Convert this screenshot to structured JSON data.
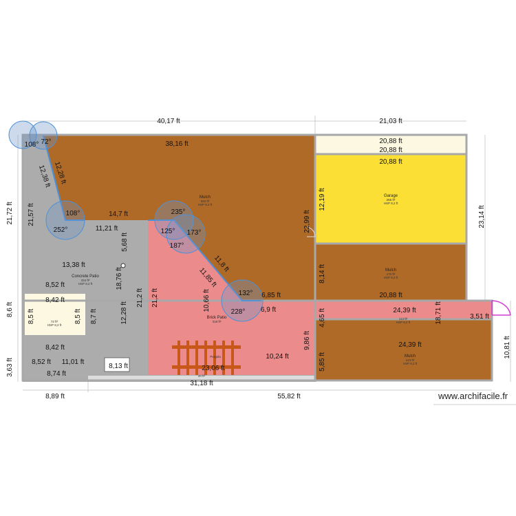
{
  "watermark": "www.archifacile.fr",
  "colors": {
    "mulch": "#b06a28",
    "garage": "#fbdf35",
    "brick_patio": "#ec8b8b",
    "concrete": "#acacac",
    "shed": "#fcf8e2",
    "wall": "#a8a8a8",
    "angle": "#4a90d9",
    "door": "#d23cd2",
    "pergola": "#c8581a"
  },
  "rooms": [
    {
      "name": "Mulch",
      "area": "592 ft²",
      "height": "HSP 8,2 ft"
    },
    {
      "name": "Garage",
      "area": "255 ft²",
      "height": "HSP 8,2 ft"
    },
    {
      "name": "Mulch",
      "area": "170 ft²",
      "height": "HSP 8,2 ft"
    },
    {
      "name": "Brick Patio",
      "area": "318 ft²",
      "height": ""
    },
    {
      "name": "",
      "area": "113 ft²",
      "height": "HSP 8,2 ft"
    },
    {
      "name": "Mulch",
      "area": "143 ft²",
      "height": "HSP 8,2 ft"
    },
    {
      "name": "Concrete Patio",
      "area": "334 ft²",
      "height": "HSP 8,2 ft"
    },
    {
      "name": "",
      "area": "72 ft²",
      "height": "HSP 8,2 ft"
    },
    {
      "name": "Pergola",
      "area": "",
      "height": ""
    },
    {
      "name": "",
      "area": "20 ft²",
      "height": ""
    }
  ],
  "labels": [
    "40,17 ft",
    "21,03 ft",
    "21,72 ft",
    "8,6 ft",
    "3,63 ft",
    "23,14 ft",
    "10,81 ft",
    "8,89 ft",
    "55,82 ft",
    "38,16 ft",
    "12,28 ft",
    "12,38 ft",
    "21,57 ft",
    "14,7 ft",
    "11,21 ft",
    "5,68 ft",
    "13,38 ft",
    "8,52 ft",
    "8,42 ft",
    "8,5 ft",
    "8,5 ft",
    "8,7 ft",
    "8,42 ft",
    "8,52 ft",
    "11,01 ft",
    "8,74 ft",
    "8,13 ft",
    "18,76 ft",
    "12,28 ft",
    "21,2 ft",
    "21,2 ft",
    "10,66 ft",
    "11,85 ft",
    "11,8 ft",
    "6,85 ft",
    "6,9 ft",
    "9,86 ft",
    "10,24 ft",
    "23,06 ft",
    "31,18 ft",
    "22,99 ft",
    "20,88 ft",
    "20,88 ft",
    "20,88 ft",
    "12,19 ft",
    "8,14 ft",
    "20,88 ft",
    "24,39 ft",
    "18,71 ft",
    "4,65 ft",
    "3,51 ft",
    "24,39 ft",
    "5,85 ft"
  ],
  "angles": [
    "108°",
    "72°",
    "108°",
    "252°",
    "235°",
    "125°",
    "173°",
    "187°",
    "132°",
    "228°"
  ]
}
